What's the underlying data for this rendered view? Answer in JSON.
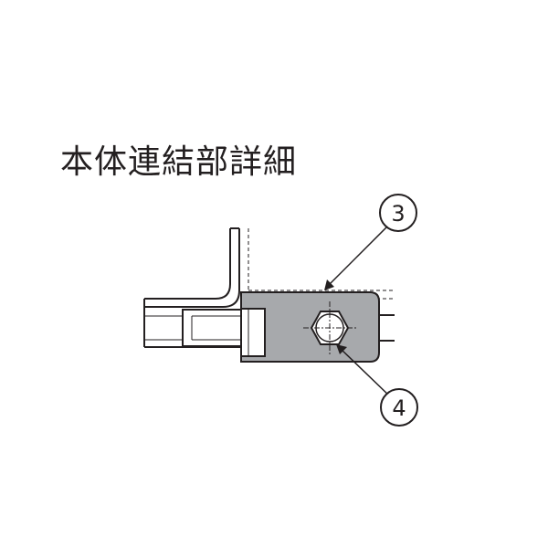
{
  "title": "本体連結部詳細",
  "callouts": [
    {
      "label": "3"
    },
    {
      "label": "4"
    }
  ],
  "colors": {
    "line": "#231f20",
    "plate_fill": "#a7a9ac",
    "bolt_fill": "#ffffff",
    "background": "#ffffff"
  }
}
